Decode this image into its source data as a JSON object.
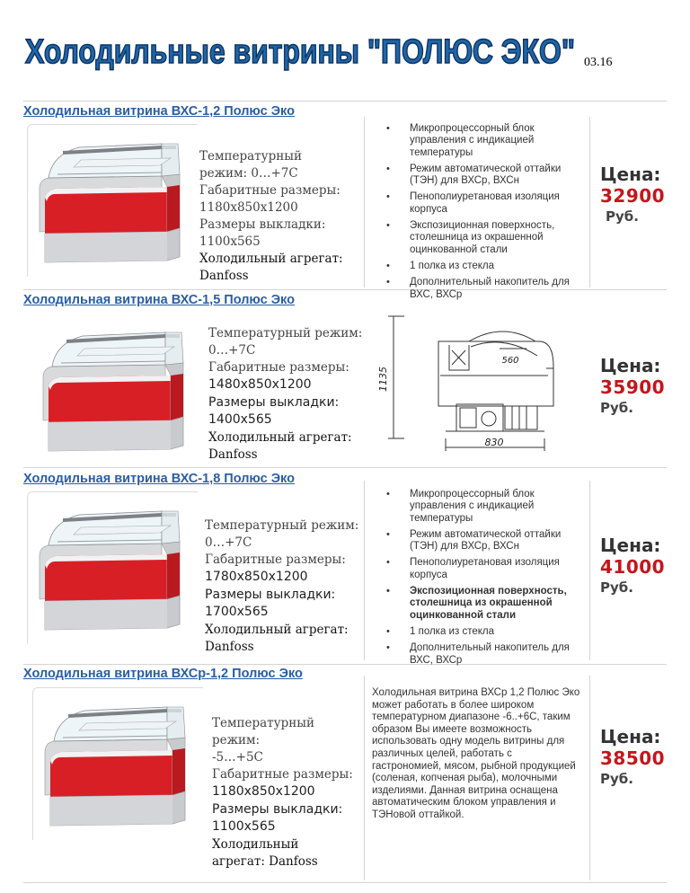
{
  "header": {
    "title": "Холодильные витрины \"ПОЛЮС ЭКО\"",
    "date": "03.16"
  },
  "colors": {
    "title_fill": "#1f66a8",
    "title_stroke": "#0d3463",
    "link": "#2a5ea5",
    "price": "#c4161c",
    "showcase_red": "#d81f26"
  },
  "products": [
    {
      "name": "Холодильная витрина ВХС-1,2 Полюс Эко",
      "temp_label": "Температурный",
      "temp_value": "режим: 0…+7С",
      "dims_label": "Габаритные размеры:",
      "dims_value": "1180х850х1200",
      "display_label": "Размеры выкладки:",
      "display_value": "1100х565",
      "agg_label": "Холодильный агрегат:",
      "agg_value": "Danfoss",
      "features": [
        "Микропроцессорный блок управления с индикацией температуры",
        "Режим автоматической оттайки (ТЭН) для ВХСр, ВХСн",
        "Пенополиуретановая изоляция корпуса",
        "Экспозиционная поверхность, столешница из окрашенной оцинкованной стали",
        "1 полка из стекла",
        "Дополнительный накопитель для ВХС, ВХСр"
      ],
      "price_label": "Цена:",
      "price_value": "32900",
      "currency": "Руб."
    },
    {
      "name": "Холодильная витрина ВХС-1,5 Полюс Эко",
      "temp_label": "Температурный режим:",
      "temp_value": "0…+7С",
      "dims_label": "Габаритные размеры:",
      "dims_value": "1480х850х1200",
      "display_label": "Размеры выкладки:",
      "display_value": "1400х565",
      "agg_label": "Холодильный агрегат:",
      "agg_value": "Danfoss",
      "drawing": {
        "height": "1135",
        "depth": "830",
        "shelf": "560"
      },
      "price_label": "Цена:",
      "price_value": "35900",
      "currency": "Руб."
    },
    {
      "name": "Холодильная витрина ВХС-1,8 Полюс Эко",
      "temp_label": "Температурный режим:",
      "temp_value": "0…+7С",
      "dims_label": "Габаритные размеры:",
      "dims_value": "1780х850х1200",
      "display_label": "Размеры выкладки:",
      "display_value": "1700х565",
      "agg_label": "Холодильный агрегат:",
      "agg_value": "Danfoss",
      "features": [
        "Микропроцессорный блок управления с индикацией температуры",
        "Режим автоматической оттайки (ТЭН) для ВХСр, ВХСн",
        "Пенополиуретановая изоляция корпуса",
        "Экспозиционная поверхность, столешница из окрашенной оцинкованной стали",
        "1 полка из стекла",
        "Дополнительный накопитель для ВХС, ВХСр"
      ],
      "price_label": "Цена:",
      "price_value": "41000",
      "currency": "Руб."
    },
    {
      "name": "Холодильная витрина ВХСр-1,2 Полюс Эко",
      "temp_label": "Температурный режим:",
      "temp_value": "-5…+5С",
      "dims_label": "Габаритные размеры:",
      "dims_value": "1180х850х1200",
      "display_label": "Размеры выкладки:",
      "display_value": "1100х565",
      "agg_label": "Холодильный",
      "agg_value": "агрегат: Danfoss",
      "description": "Холодильная витрина ВХСр 1,2 Полюс Эко  может работать в более широком температурном диапазоне -6..+6С, таким образом Вы имеете возможность использовать одну модель витрины для различных целей, работать с гастрономией, мясом, рыбной продукцией (соленая, копченая рыба), молочными изделиями. Данная витрина оснащена автоматическим блоком управления и ТЭНовой оттайкой.",
      "price_label": "Цена:",
      "price_value": "38500",
      "currency": "Руб."
    }
  ]
}
